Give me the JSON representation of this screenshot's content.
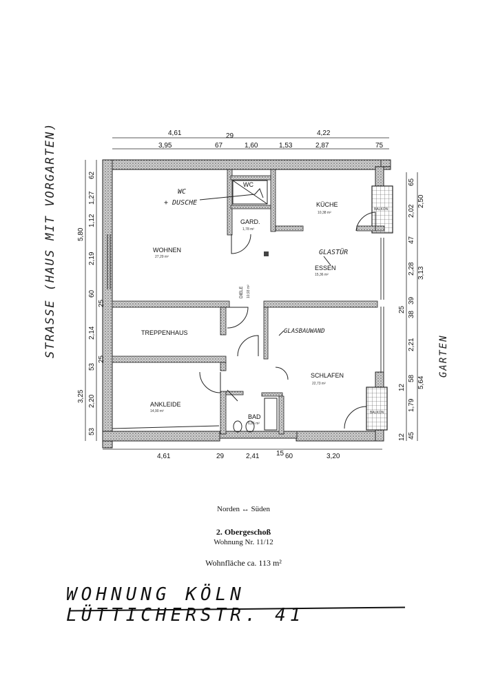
{
  "plan": {
    "rooms": [
      {
        "key": "wohnen",
        "label": "WOHNEN",
        "area": "27,29 m²"
      },
      {
        "key": "kueche",
        "label": "KÜCHE",
        "area": "10,38 m²"
      },
      {
        "key": "essen",
        "label": "ESSEN",
        "area": "15,36 m²"
      },
      {
        "key": "gard",
        "label": "GARD.",
        "area": "1,78 m²"
      },
      {
        "key": "wc",
        "label": "WC",
        "area": ""
      },
      {
        "key": "diele",
        "label": "DIELE",
        "area": "10,93 m²"
      },
      {
        "key": "treppenhaus",
        "label": "TREPPENHAUS",
        "area": ""
      },
      {
        "key": "schlafen",
        "label": "SCHLAFEN",
        "area": "22,73 m²"
      },
      {
        "key": "ankleide",
        "label": "ANKLEIDE",
        "area": "14,90 m²"
      },
      {
        "key": "bad",
        "label": "BAD",
        "area": "6,86 m²"
      },
      {
        "key": "balkon_top",
        "label": "BALKON",
        "area": ""
      },
      {
        "key": "balkon_bottom",
        "label": "BALKON",
        "area": ""
      }
    ],
    "dimensions_top_outer": [
      "4,61",
      "29",
      "4,22"
    ],
    "dimensions_top_inner": [
      "3,95",
      "67",
      "1,60",
      "1,53",
      "2,87",
      "75"
    ],
    "dimensions_bottom": [
      "4,61",
      "29",
      "2,41",
      "15",
      "60",
      "3,20"
    ],
    "dimensions_left_outer": [
      "5,80",
      "3,25"
    ],
    "dimensions_left_inner": [
      "62",
      "1,27",
      "1,12",
      "2,19",
      "60",
      "25",
      "2,14",
      "53",
      "25",
      "2,20",
      "53"
    ],
    "dimensions_right_outer": [
      "2,50",
      "3,13",
      "5,64"
    ],
    "dimensions_right_inner": [
      "65",
      "2,02",
      "47",
      "2,28",
      "39",
      "38",
      "25",
      "2,21",
      "58",
      "12",
      "1,79",
      "45",
      "12"
    ],
    "handwritten_notes": {
      "wc_dusche_line1": "WC",
      "wc_dusche_line2": "+ DUSCHE",
      "glastuer": "GLASTÜR",
      "glasbauwand": "GLASBAUWAND",
      "strasse": "STRASSE (HAUS MIT VORGARTEN)",
      "garten": "GARTEN"
    }
  },
  "caption": {
    "orientation": "Norden ↔ Süden",
    "floor": "2. Obergeschoß",
    "unit": "Wohnung Nr. 11/12",
    "living_area": "Wohnfläche ca. 113 m²"
  },
  "handwritten_title": "WOHNUNG KÖLN LÜTTICHERSTR. 41"
}
